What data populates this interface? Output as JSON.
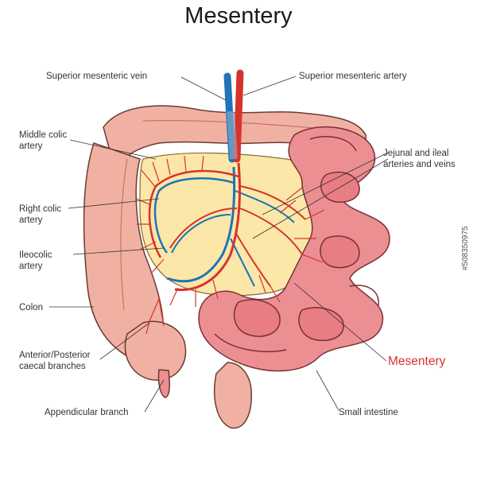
{
  "title": "Mesentery",
  "labels": {
    "superior_mesenteric_vein": "Superior mesenteric vein",
    "superior_mesenteric_artery": "Superior mesenteric artery",
    "middle_colic_artery": "Middle colic\nartery",
    "jejunal_ileal": "Jejunal and ileal\narteries and veins",
    "right_colic_artery": "Right colic\nartery",
    "ileocolic_artery": "Ileocolic\nartery",
    "colon": "Colon",
    "caecal_branches": "Anterior/Posterior\ncaecal branches",
    "mesentery": "Mesentery",
    "appendicular_branch": "Appendicular branch",
    "small_intestine": "Small intestine"
  },
  "stock_id": "#508350975",
  "colors": {
    "colon": "#f1b1a2",
    "small_intestine": "#ec8f93",
    "mesentery": "#fbe7a8",
    "artery": "#d7332d",
    "vein": "#1f74b6",
    "highlight_label": "#d8332d"
  }
}
